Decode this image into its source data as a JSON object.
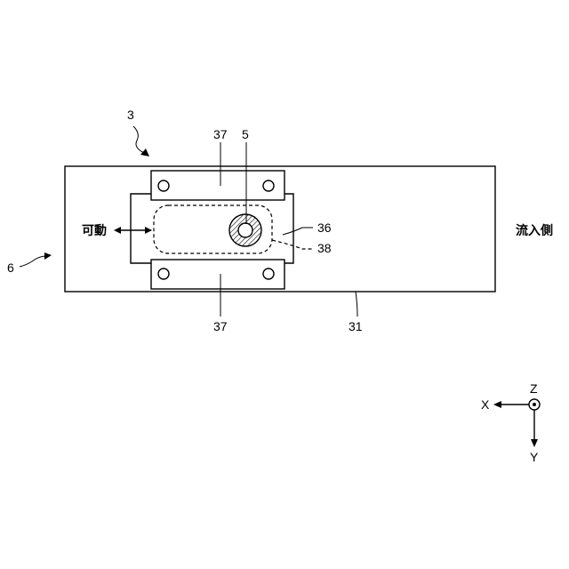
{
  "labels": {
    "assembly": "3",
    "pin": "5",
    "body": "6",
    "plate": "31",
    "guide_top": "37",
    "guide_bottom": "37",
    "slider": "36",
    "slot": "38",
    "movable": "可動",
    "inflow_side": "流入側"
  },
  "axes": {
    "x": "X",
    "y": "Y",
    "z": "Z"
  },
  "colors": {
    "line": "#000000",
    "background": "#ffffff"
  }
}
